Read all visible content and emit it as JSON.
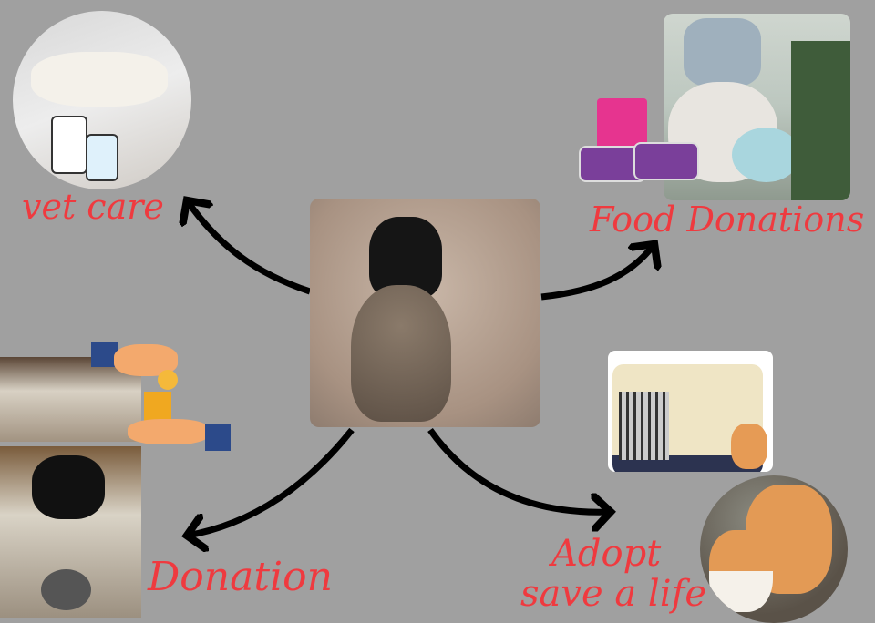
{
  "labels": {
    "vet_care": "vet care",
    "food_donations": "Food Donations",
    "donation": "Donation",
    "adopt": "Adopt",
    "save_a_life": "save a life"
  },
  "colors": {
    "background": "#a0a0a0",
    "label": "#ef3a3f",
    "arrow": "#000000"
  }
}
